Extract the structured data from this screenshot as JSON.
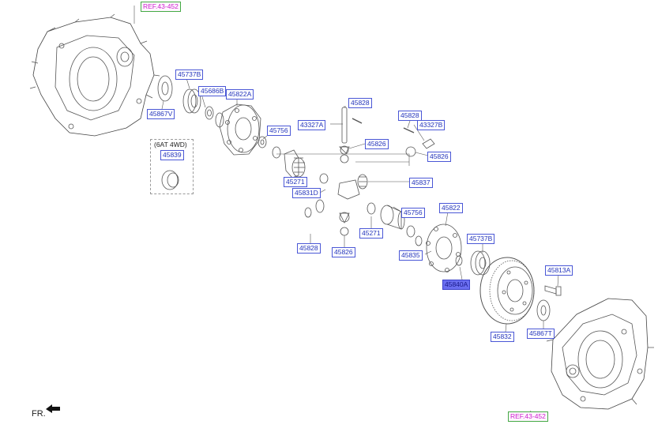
{
  "references": [
    {
      "id": "ref-top",
      "label": "REF.43-452"
    },
    {
      "id": "ref-bottom",
      "label": "REF.43-452"
    }
  ],
  "note": "(6AT 4WD)",
  "direction": "FR.",
  "parts": [
    {
      "label": "45737B"
    },
    {
      "label": "45686B"
    },
    {
      "label": "45867V"
    },
    {
      "label": "45822A"
    },
    {
      "label": "45839"
    },
    {
      "label": "45828"
    },
    {
      "label": "43327A"
    },
    {
      "label": "45826"
    },
    {
      "label": "45828"
    },
    {
      "label": "43327B"
    },
    {
      "label": "45826"
    },
    {
      "label": "45756"
    },
    {
      "label": "45837"
    },
    {
      "label": "45271"
    },
    {
      "label": "45831D"
    },
    {
      "label": "45756"
    },
    {
      "label": "45822"
    },
    {
      "label": "45271"
    },
    {
      "label": "45828"
    },
    {
      "label": "45826"
    },
    {
      "label": "45737B"
    },
    {
      "label": "45835"
    },
    {
      "label": "45840A"
    },
    {
      "label": "45813A"
    },
    {
      "label": "45832"
    },
    {
      "label": "45867T"
    }
  ],
  "selected_part": "45840A",
  "colors": {
    "label_border": "#4a57d6",
    "label_text": "#2233bb",
    "ref_text": "#cc22cc",
    "ref_border": "#44aa44",
    "selected_fill": "#6a6ef0"
  }
}
